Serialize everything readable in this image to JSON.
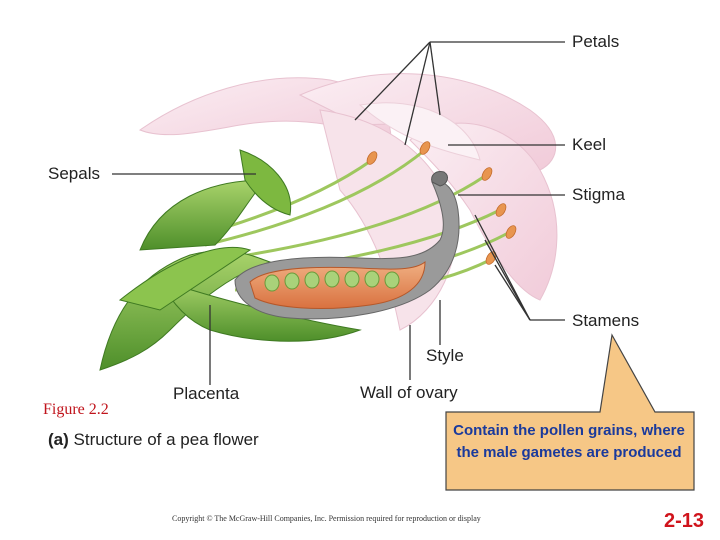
{
  "labels": {
    "petals": "Petals",
    "keel": "Keel",
    "stigma": "Stigma",
    "stamens": "Stamens",
    "sepals": "Sepals",
    "style": "Style",
    "placenta": "Placenta",
    "wall_of_ovary": "Wall of ovary"
  },
  "figure_label": "Figure 2.2",
  "caption": {
    "part": "(a)",
    "text": "Structure of a pea flower"
  },
  "callout": {
    "text": "Contain the pollen grains, where the male gametes are produced"
  },
  "copyright": "Copyright © The McGraw-Hill Companies, Inc. Permission required for reproduction or display",
  "slide_number": "2-13",
  "colors": {
    "figure_label": "#c0141c",
    "callout_text": "#1a3a9c",
    "callout_fill": "#f6c786",
    "slide_number": "#d0141c"
  }
}
